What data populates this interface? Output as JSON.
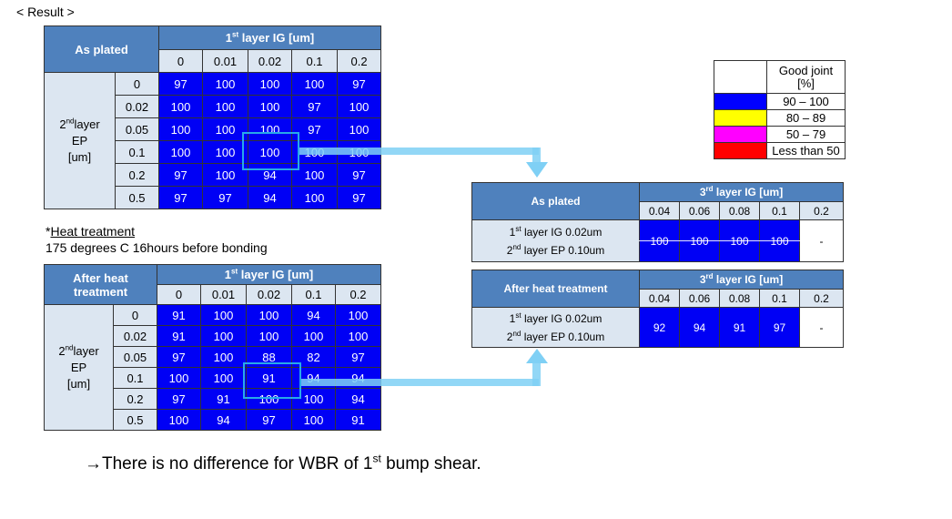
{
  "result_label": "< Result >",
  "heat_treatment": {
    "title": "Heat treatment",
    "prefix": "*",
    "detail": "175 degrees C 16hours before bonding"
  },
  "table_plated": {
    "corner": "As plated",
    "col_header": "layer IG [um]",
    "col_header_ord": "1",
    "col_header_sup": "st",
    "cols": [
      "0",
      "0.01",
      "0.02",
      "0.1",
      "0.2"
    ],
    "row_header_ord": "2",
    "row_header_sup": "nd",
    "row_header_line1": "layer",
    "row_header_line2": "EP",
    "row_header_line3": "[um]",
    "rows": [
      {
        "label": "0",
        "values": [
          "97",
          "100",
          "100",
          "100",
          "97"
        ]
      },
      {
        "label": "0.02",
        "values": [
          "100",
          "100",
          "100",
          "97",
          "100"
        ]
      },
      {
        "label": "0.05",
        "values": [
          "100",
          "100",
          "100",
          "97",
          "100"
        ]
      },
      {
        "label": "0.1",
        "values": [
          "100",
          "100",
          "100",
          "100",
          "100"
        ]
      },
      {
        "label": "0.2",
        "values": [
          "97",
          "100",
          "94",
          "100",
          "97"
        ]
      },
      {
        "label": "0.5",
        "values": [
          "97",
          "97",
          "94",
          "100",
          "97"
        ]
      }
    ]
  },
  "table_heat": {
    "corner_line1": "After heat",
    "corner_line2": "treatment",
    "col_header": "layer IG [um]",
    "col_header_ord": "1",
    "col_header_sup": "st",
    "cols": [
      "0",
      "0.01",
      "0.02",
      "0.1",
      "0.2"
    ],
    "row_header_ord": "2",
    "row_header_sup": "nd",
    "row_header_line1": "layer",
    "row_header_line2": "EP",
    "row_header_line3": "[um]",
    "rows": [
      {
        "label": "0",
        "values": [
          "91",
          "100",
          "100",
          "94",
          "100"
        ]
      },
      {
        "label": "0.02",
        "values": [
          "91",
          "100",
          "100",
          "100",
          "100"
        ]
      },
      {
        "label": "0.05",
        "values": [
          "97",
          "100",
          "88",
          "82",
          "97"
        ]
      },
      {
        "label": "0.1",
        "values": [
          "100",
          "100",
          "91",
          "94",
          "94"
        ]
      },
      {
        "label": "0.2",
        "values": [
          "97",
          "91",
          "100",
          "100",
          "94"
        ]
      },
      {
        "label": "0.5",
        "values": [
          "100",
          "94",
          "97",
          "100",
          "91"
        ]
      }
    ]
  },
  "table_3rd_plated": {
    "corner": "As plated",
    "col_header": "layer IG [um]",
    "col_header_ord": "3",
    "col_header_sup": "rd",
    "cols": [
      "0.04",
      "0.06",
      "0.08",
      "0.1",
      "0.2"
    ],
    "line1_ord": "1",
    "line1_sup": "st",
    "line1_text": "layer IG 0.02um",
    "line2_ord": "2",
    "line2_sup": "nd",
    "line2_text": "layer EP 0.10um",
    "values": [
      "100",
      "100",
      "100",
      "100",
      "-"
    ]
  },
  "table_3rd_heat": {
    "corner": "After heat treatment",
    "col_header": "layer IG [um]",
    "col_header_ord": "3",
    "col_header_sup": "rd",
    "cols": [
      "0.04",
      "0.06",
      "0.08",
      "0.1",
      "0.2"
    ],
    "line1_ord": "1",
    "line1_sup": "st",
    "line1_text": "layer IG 0.02um",
    "line2_ord": "2",
    "line2_sup": "nd",
    "line2_text": "layer EP 0.10um",
    "values": [
      "92",
      "94",
      "91",
      "97",
      "-"
    ]
  },
  "legend": {
    "title_line1": "Good joint",
    "title_line2": "[%]",
    "items": [
      {
        "color": "#0000ff",
        "label": "90 – 100"
      },
      {
        "color": "#ffff00",
        "label": "80 – 89"
      },
      {
        "color": "#ff00ff",
        "label": "50 – 79"
      },
      {
        "color": "#ff0000",
        "label": "Less than 50"
      }
    ]
  },
  "conclusion": {
    "arrow": "→",
    "text_a": "There is no difference for WBR of 1",
    "sup": "st",
    "text_b": " bump shear."
  }
}
